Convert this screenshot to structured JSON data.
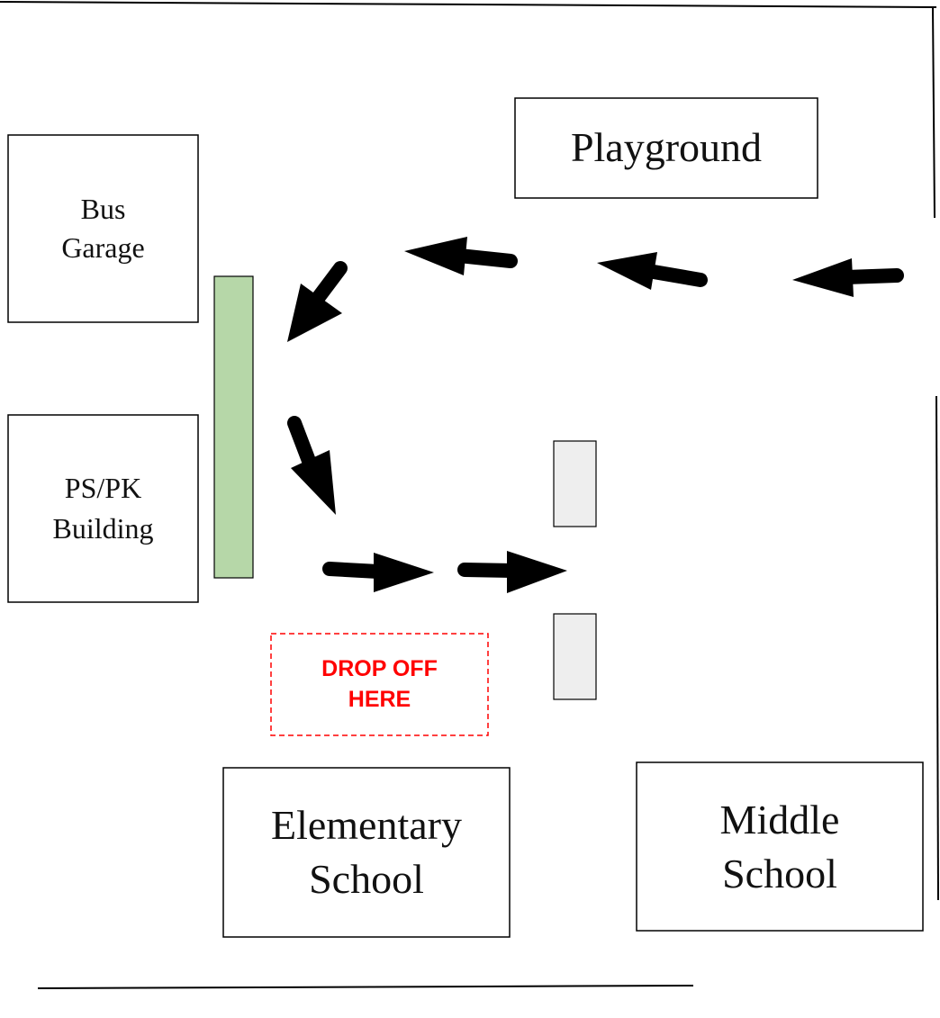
{
  "buildings": {
    "playground": "Playground",
    "bus_garage": "Bus\nGarage",
    "ps_pk_building": "PS/PK\nBuilding",
    "elementary_school": "Elementary\nSchool",
    "middle_school": "Middle\nSchool"
  },
  "drop_off": {
    "label": "DROP OFF\nHERE"
  },
  "colors": {
    "outline": "#000000",
    "arrow": "#000000",
    "green_curb": "#b6d7a8",
    "gray_marker": "#eeeeee",
    "drop_off": "#ff0000"
  }
}
